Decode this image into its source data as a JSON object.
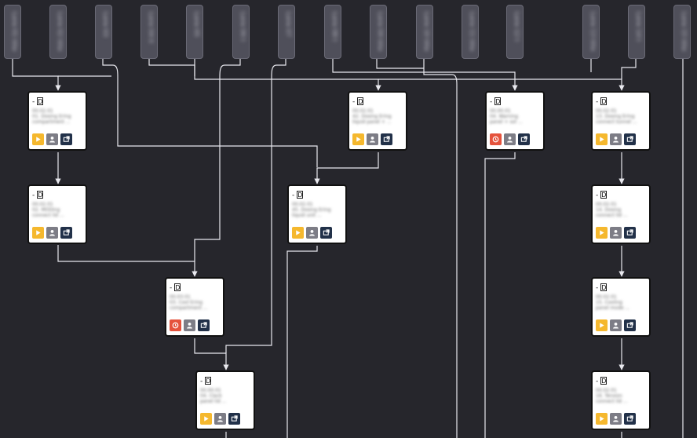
{
  "colors": {
    "background": "#26262c",
    "lane": "#4f4f5a",
    "edge": "#e8e8ee",
    "play": "#f5b82e",
    "person": "#7d7d86",
    "open": "#223149",
    "alert": "#e5533d"
  },
  "icons": {
    "play": "play-icon",
    "person": "person-icon",
    "open": "open-window-icon",
    "alert": "alarm-clock-icon",
    "doc": "document-icon"
  },
  "lanes": [
    {
      "id": "L1",
      "label": "Lane 01 title"
    },
    {
      "id": "L2",
      "label": "Lane 02 title"
    },
    {
      "id": "L3",
      "label": "Lane 03"
    },
    {
      "id": "L4",
      "label": "Lane 04 tl"
    },
    {
      "id": "L5",
      "label": "Lane 05"
    },
    {
      "id": "L6",
      "label": "Lane 06 t"
    },
    {
      "id": "L7",
      "label": "Lane 07"
    },
    {
      "id": "L8",
      "label": "Lane 08 t"
    },
    {
      "id": "L9",
      "label": "Lane 09 title long"
    },
    {
      "id": "L10",
      "label": "Lane 10 title long"
    },
    {
      "id": "L11",
      "label": "Lane 11 title long"
    },
    {
      "id": "L12",
      "label": "Lane 12 t"
    },
    {
      "id": "L13",
      "label": "Lane 13 title"
    },
    {
      "id": "L14",
      "label": "Lane 14 t"
    },
    {
      "id": "L15",
      "label": "Lane 15 title"
    }
  ],
  "cards": [
    {
      "id": "C1",
      "head": "D",
      "status": "play",
      "lines": [
        "00.02.01",
        "01. Dosing Ering",
        "compartment ..."
      ]
    },
    {
      "id": "C2",
      "head": "D",
      "status": "play",
      "lines": [
        "00.02.01",
        "02. MODing",
        "connect lid ..."
      ]
    },
    {
      "id": "C3",
      "head": "D",
      "status": "alert",
      "lines": [
        "00.03.01",
        "03. Cool Ering",
        "compartment ..."
      ]
    },
    {
      "id": "C4",
      "head": "D",
      "status": "play",
      "lines": [
        "00.00.01",
        "04. Clack",
        "panel lid ..."
      ]
    },
    {
      "id": "C5",
      "head": "D",
      "status": "play",
      "lines": [
        "00.02.01",
        "45. Dosing Ering",
        "liquid unit ..."
      ]
    },
    {
      "id": "C6",
      "head": "D",
      "status": "play",
      "lines": [
        "00.02.01",
        "42. Dosing Ering",
        "liquid panel + ..."
      ]
    },
    {
      "id": "C7",
      "head": "D",
      "status": "alert",
      "lines": [
        "00.00.01",
        "04. Warning",
        "panel + sol ..."
      ]
    },
    {
      "id": "C8",
      "head": "D",
      "status": "play",
      "lines": [
        "00.02.01",
        "13. Dosing Ering",
        "connect tunnel ..."
      ]
    },
    {
      "id": "C9",
      "head": "D",
      "status": "play",
      "lines": [
        "00.02.01",
        "14. Dosing",
        "connect lid ..."
      ]
    },
    {
      "id": "C10",
      "head": "D",
      "status": "play",
      "lines": [
        "00.02.01",
        "15. Cooling",
        "panel mode ..."
      ]
    },
    {
      "id": "C11",
      "head": "D",
      "status": "play",
      "lines": [
        "00.02.01",
        "16. Tension",
        "connect lid ..."
      ]
    }
  ]
}
